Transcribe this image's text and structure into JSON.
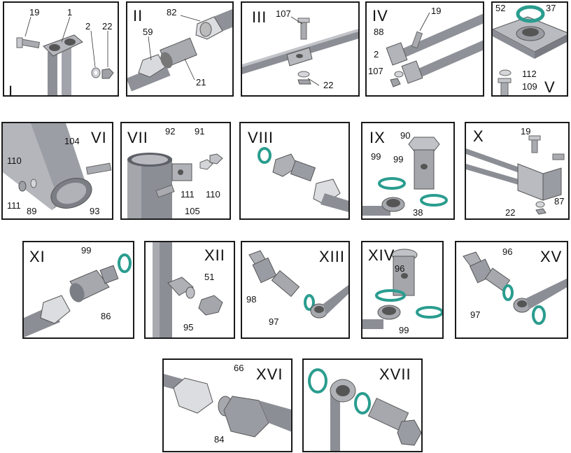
{
  "colors": {
    "metal": "#9a9ca3",
    "metal_dark": "#6c6e75",
    "metal_light": "#d6d7db",
    "seal": "#2a9d8f",
    "line": "#333333"
  },
  "panels": [
    {
      "id": "I",
      "title": "I",
      "labels": [
        "19",
        "1",
        "2",
        "22"
      ]
    },
    {
      "id": "II",
      "title": "II",
      "labels": [
        "82",
        "59",
        "21"
      ]
    },
    {
      "id": "III",
      "title": "III",
      "labels": [
        "107",
        "22"
      ]
    },
    {
      "id": "IV",
      "title": "IV",
      "labels": [
        "19",
        "88",
        "2",
        "107"
      ]
    },
    {
      "id": "V",
      "title": "V",
      "labels": [
        "52",
        "37",
        "112",
        "109"
      ]
    },
    {
      "id": "VI",
      "title": "VI",
      "labels": [
        "104",
        "110",
        "111",
        "89",
        "93"
      ]
    },
    {
      "id": "VII",
      "title": "VII",
      "labels": [
        "92",
        "91",
        "111",
        "110",
        "105"
      ]
    },
    {
      "id": "VIII",
      "title": "VIII",
      "labels": []
    },
    {
      "id": "IX",
      "title": "IX",
      "labels": [
        "90",
        "99",
        "99",
        "38"
      ]
    },
    {
      "id": "X",
      "title": "X",
      "labels": [
        "19",
        "22",
        "87"
      ]
    },
    {
      "id": "XI",
      "title": "XI",
      "labels": [
        "99",
        "86"
      ]
    },
    {
      "id": "XII",
      "title": "XII",
      "labels": [
        "51",
        "95"
      ]
    },
    {
      "id": "XIII",
      "title": "XIII",
      "labels": [
        "98",
        "97"
      ]
    },
    {
      "id": "XIV",
      "title": "XIV",
      "labels": [
        "96",
        "99"
      ]
    },
    {
      "id": "XV",
      "title": "XV",
      "labels": [
        "96",
        "97"
      ]
    },
    {
      "id": "XVI",
      "title": "XVI",
      "labels": [
        "66",
        "84"
      ]
    },
    {
      "id": "XVII",
      "title": "XVII",
      "labels": []
    }
  ]
}
